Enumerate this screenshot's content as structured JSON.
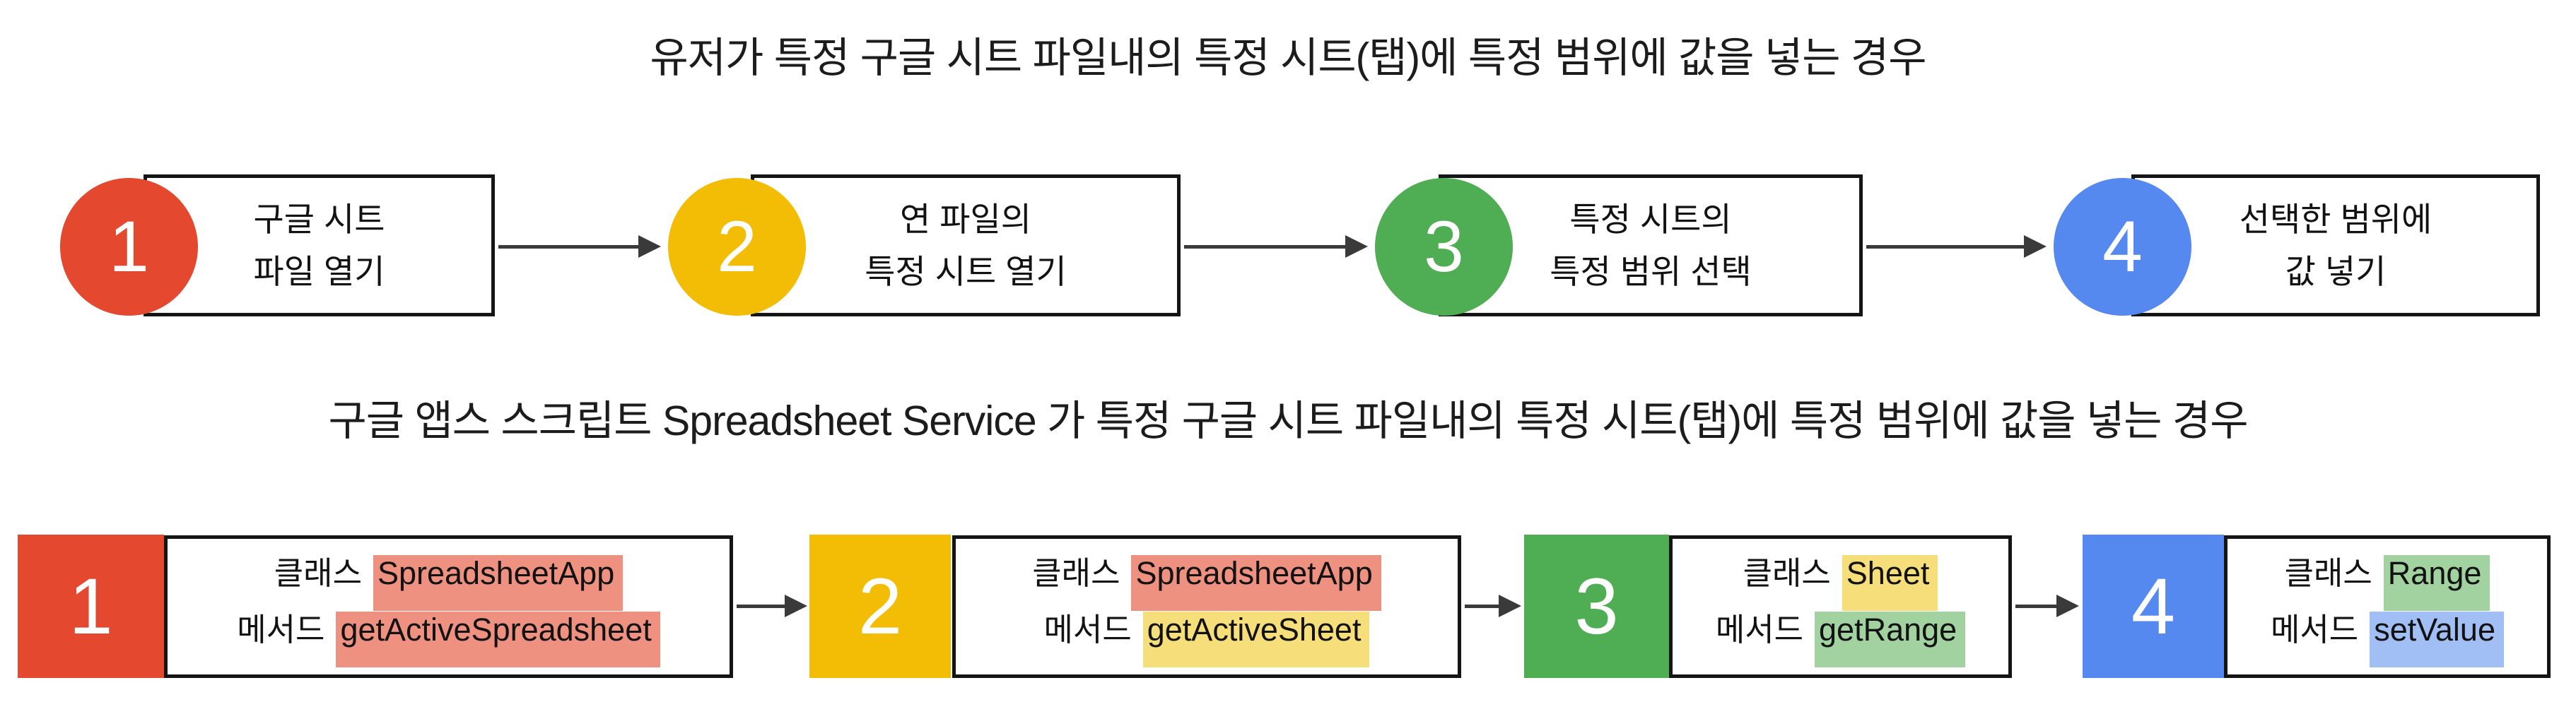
{
  "titles": {
    "user_flow": "유저가 특정 구글 시트 파일내의 특정 시트(탭)에 특정 범위에 값을 넣는 경우",
    "apps_script_flow": "구글 앱스 스크립트 Spreadsheet Service 가 특정 구글 시트 파일내의 특정 시트(탭)에 특정 범위에 값을 넣는 경우"
  },
  "colors": {
    "step1_red": "#E4492F",
    "step2_yellow": "#F3BD06",
    "step3_green": "#4FAE54",
    "step4_blue": "#5589F0",
    "highlight_red": "#EE9180",
    "highlight_yellow": "#F6DF7A",
    "highlight_green": "#A2D2A0",
    "highlight_blue": "#A1BFF5"
  },
  "user_flow_steps": [
    {
      "number": "1",
      "line1": "구글 시트",
      "line2": "파일 열기"
    },
    {
      "number": "2",
      "line1": "연 파일의",
      "line2": "특정 시트 열기"
    },
    {
      "number": "3",
      "line1": "특정 시트의",
      "line2": "특정 범위 선택"
    },
    {
      "number": "4",
      "line1": "선택한 범위에",
      "line2": "값 넣기"
    }
  ],
  "script_flow_steps": [
    {
      "number": "1",
      "class_label": "클래스",
      "class_name": "SpreadsheetApp",
      "method_label": "메서드",
      "method_name": "getActiveSpreadsheet"
    },
    {
      "number": "2",
      "class_label": "클래스",
      "class_name": "SpreadsheetApp",
      "method_label": "메서드",
      "method_name": "getActiveSheet"
    },
    {
      "number": "3",
      "class_label": "클래스",
      "class_name": "Sheet",
      "method_label": "메서드",
      "method_name": "getRange"
    },
    {
      "number": "4",
      "class_label": "클래스",
      "class_name": "Range",
      "method_label": "메서드",
      "method_name": "setValue"
    }
  ]
}
